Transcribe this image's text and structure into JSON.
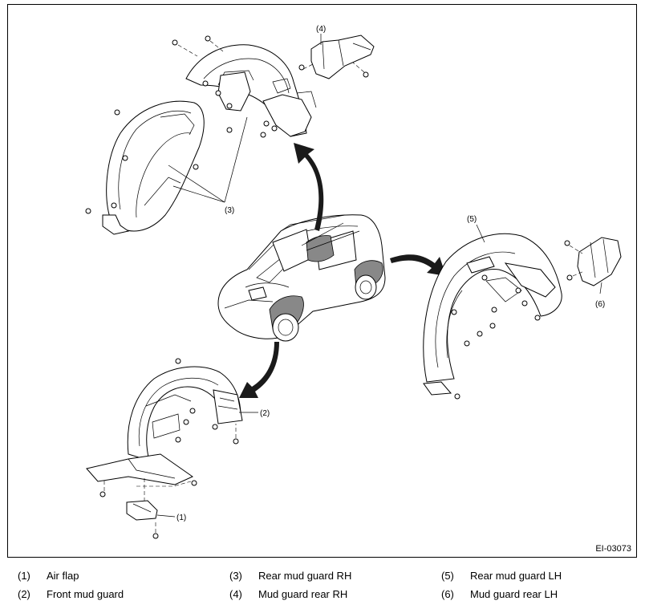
{
  "figure": {
    "id": "EI-03073",
    "callouts": [
      "(1)",
      "(2)",
      "(3)",
      "(4)",
      "(5)",
      "(6)"
    ]
  },
  "legend": [
    {
      "num": "(1)",
      "label": "Air flap"
    },
    {
      "num": "(2)",
      "label": "Front mud guard"
    },
    {
      "num": "(3)",
      "label": "Rear mud guard RH"
    },
    {
      "num": "(4)",
      "label": "Mud guard rear RH"
    },
    {
      "num": "(5)",
      "label": "Rear mud guard LH"
    },
    {
      "num": "(6)",
      "label": "Mud guard rear LH"
    }
  ]
}
